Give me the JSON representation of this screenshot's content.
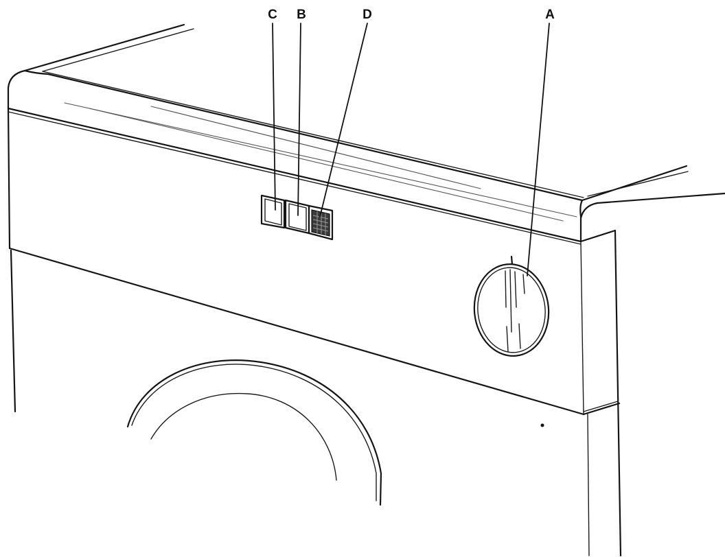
{
  "callouts": {
    "a": "A",
    "b": "B",
    "c": "C",
    "d": "D"
  },
  "colors": {
    "ink": "#141414",
    "paper": "#ffffff"
  }
}
